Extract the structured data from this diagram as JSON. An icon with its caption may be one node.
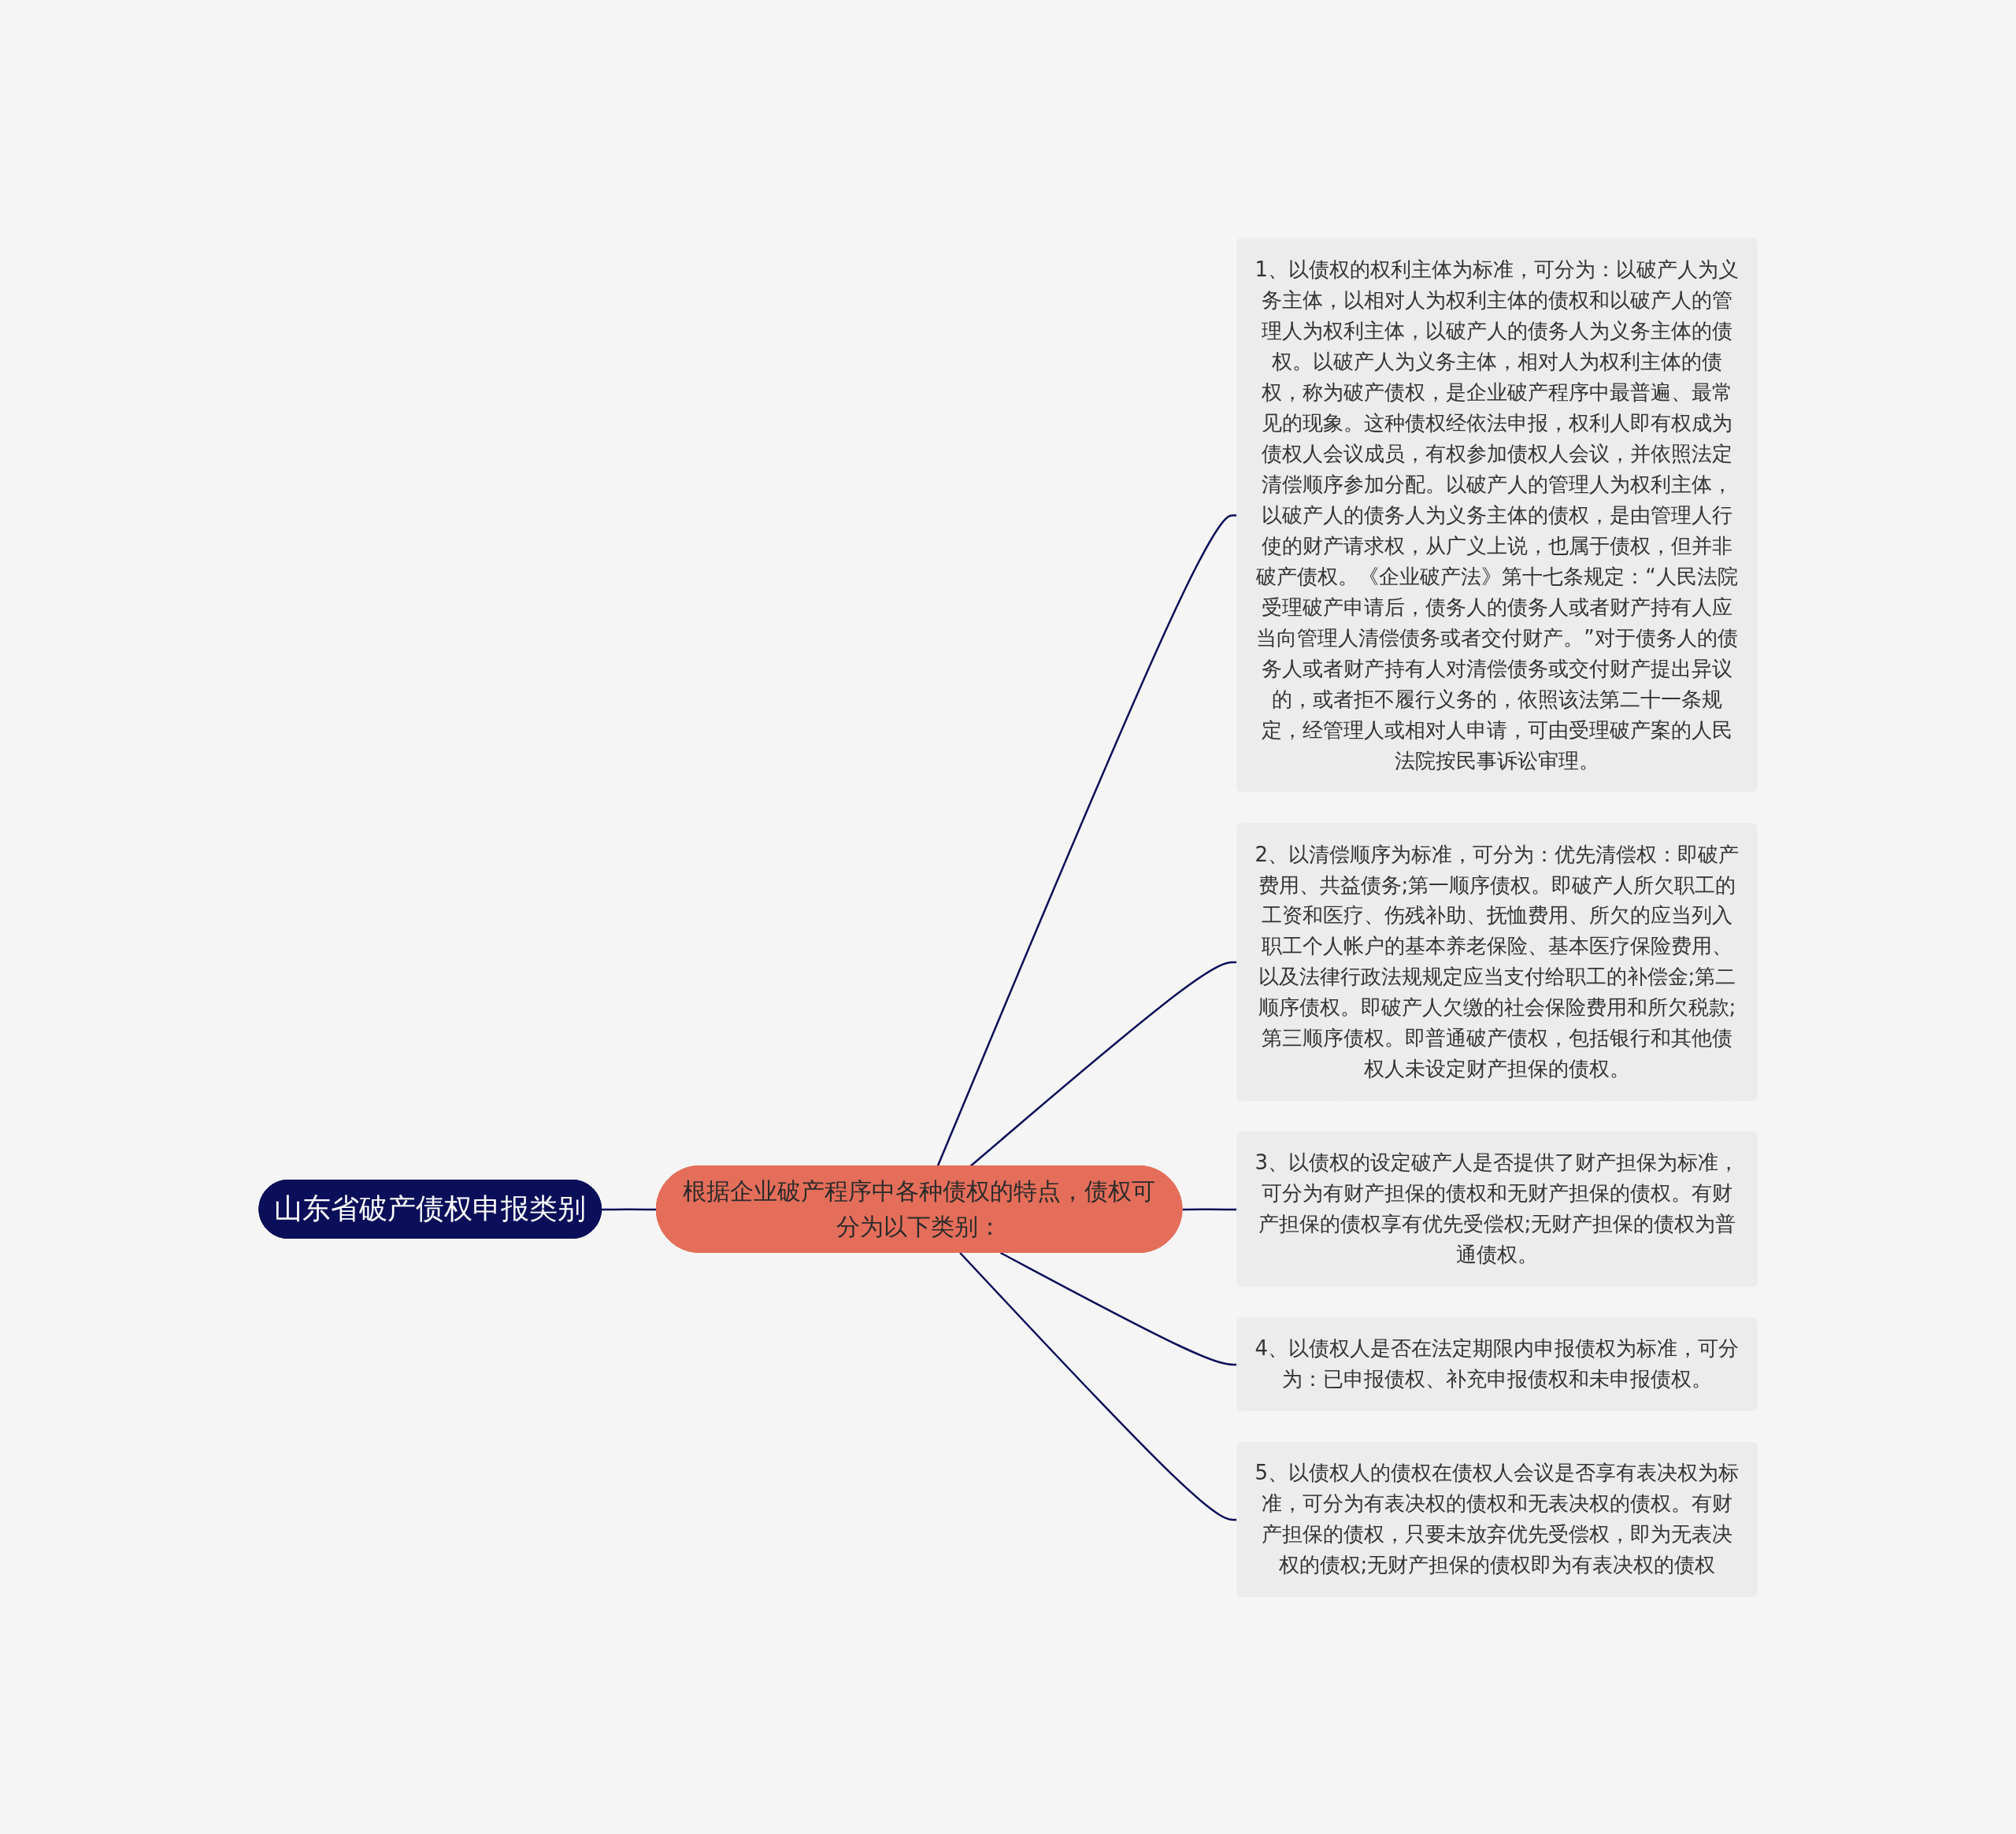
{
  "diagram": {
    "nodes": [
      {
        "text": [
          "山东省破产债权申报类别"
        ]
      },
      {
        "text": [
          "根据企业破产程序中各种债权的特点，债权可分为以下类别："
        ]
      },
      {
        "text": [
          "1、以债权的权利主体为标准，可分为：以破产人为义务主体，以相对人为权利主体的债权和以破产人的管理人为权利主体，以破产人的债务人为义务主体的债权。以破产人为义务主体，相对人为权利主体的债权，称为破产债权，是企业破产程序中最普遍、最常见的现象。这种债权经依法申报，权利人即有权成为债权人会议成员，有权参加债权人会议，并依照法定清偿顺序参加分配。以破产人的管理人为权利主体，以破产人的债务人为义务主体的债权，是由管理人行使的财产请求权，从广义上说，也属于债权，但并非破产债权。《企业破产法》第十七条规定：“人民法院受理破产申请后，债务人的债务人或者财产持有人应当向管理人清偿债务或者交付财产。”对于债务人的债务人或者财产持有人对清偿债务或交付财产提出异议的，或者拒不履行义务的，依照该法第二十一条规定，经管理人或相对人申请，可由受理破产案的人民法院按民事诉讼审理。"
        ]
      },
      {
        "text": [
          "2、以清偿顺序为标准，可分为：优先清偿权：即破产费用、共益债务;第一顺序债权。即破产人所欠职工的工资和医疗、伤残补助、抚恤费用、所欠的应当列入职工个人帐户的基本养老保险、基本医疗保险费用、以及法律行政法规规定应当支付给职工的补偿金;第二顺序债权。即破产人欠缴的社会保险费用和所欠税款;第三顺序债权。即普通破产债权，包括银行和其他债权人未设定财产担保的债权。"
        ]
      },
      {
        "text": [
          "3、以债权的设定破产人是否提供了财产担保为标准，可分为有财产担保的债权和无财产担保的债权。有财产担保的债权享有优先受偿权;无财产担保的债权为普通债权。"
        ]
      },
      {
        "text": [
          "4、以债权人是否在法定期限内申报债权为标准，可分为：已申报债权、补充申报债权和未申报债权。"
        ]
      },
      {
        "text": [
          "5、以债权人的债权在债权人会议是否享有表决权为标准，可分为有表决权的债权和无表决权的债权。有财产担保的债权，只要未放弃优先受偿权，即为无表决权的债权;无财产担保的债权即为有表决权的债权"
        ]
      }
    ],
    "edges": [
      {
        "from": 0,
        "to": 1,
        "arrow": "none"
      },
      {
        "from": 1,
        "to": 2,
        "arrow": "none"
      },
      {
        "from": 1,
        "to": 3,
        "arrow": "none"
      },
      {
        "from": 1,
        "to": 4,
        "arrow": "none"
      },
      {
        "from": 1,
        "to": 5,
        "arrow": "none"
      },
      {
        "from": 1,
        "to": 6,
        "arrow": "none"
      }
    ]
  }
}
